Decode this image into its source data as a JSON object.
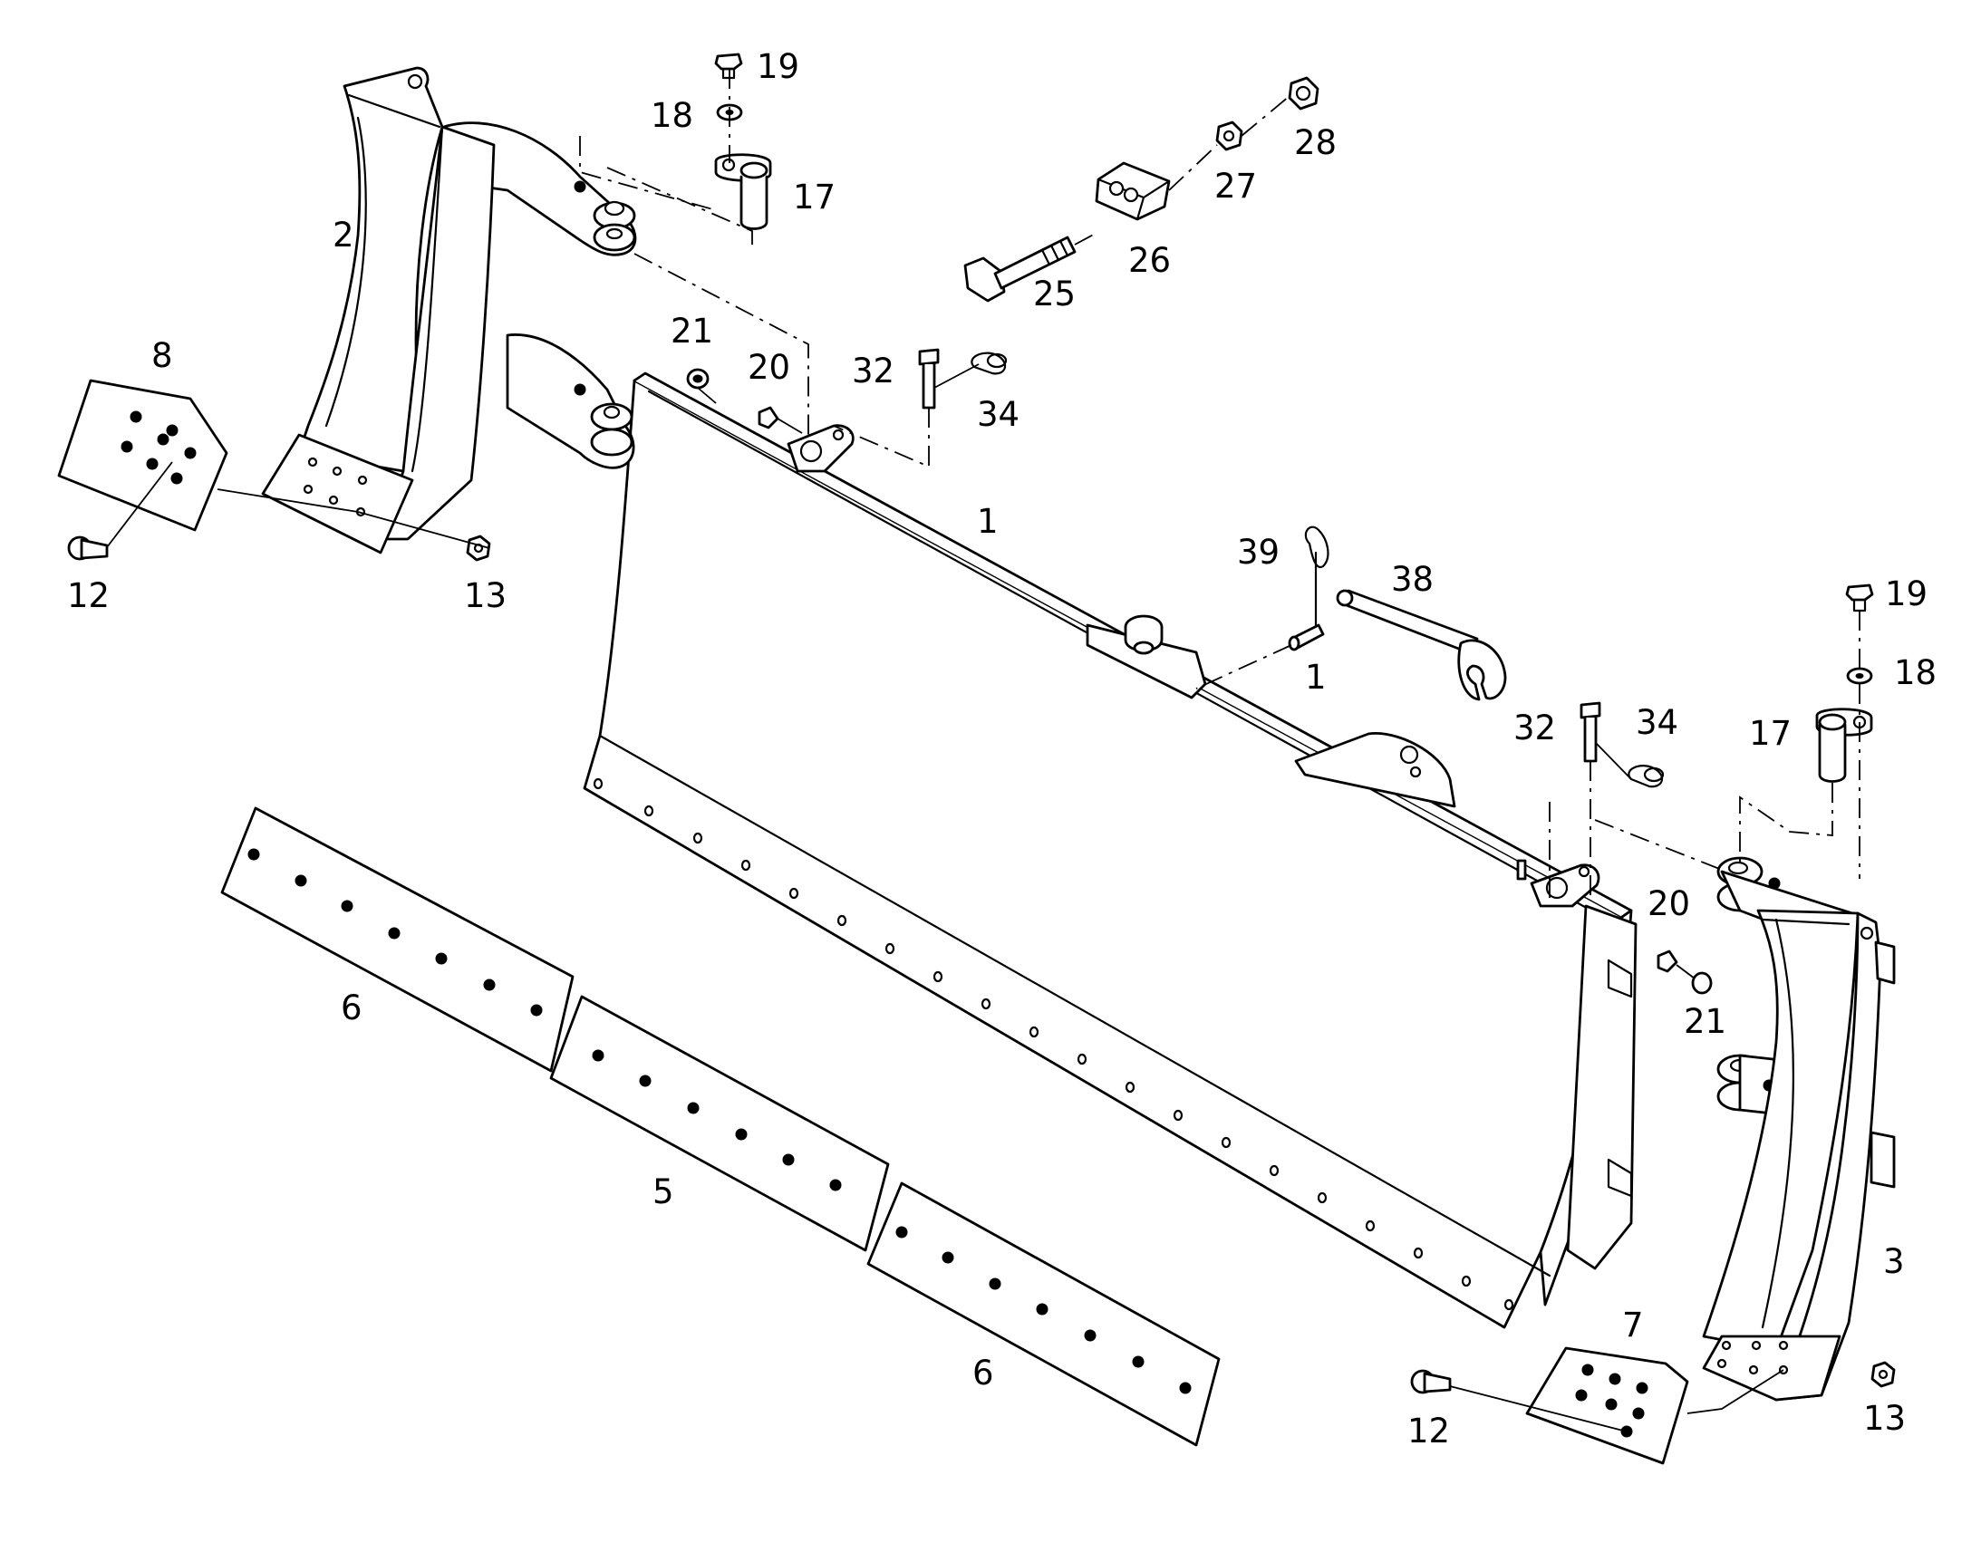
{
  "diagram": {
    "colors": {
      "line": "#000000",
      "background": "#ffffff"
    },
    "callouts": [
      {
        "id": "c1_blade",
        "text": "1"
      },
      {
        "id": "c1_pin",
        "text": "1"
      },
      {
        "id": "c2",
        "text": "2"
      },
      {
        "id": "c3",
        "text": "3"
      },
      {
        "id": "c5",
        "text": "5"
      },
      {
        "id": "c6_left",
        "text": "6"
      },
      {
        "id": "c6_right",
        "text": "6"
      },
      {
        "id": "c7",
        "text": "7"
      },
      {
        "id": "c8",
        "text": "8"
      },
      {
        "id": "c12_left",
        "text": "12"
      },
      {
        "id": "c12_right",
        "text": "12"
      },
      {
        "id": "c13_left",
        "text": "13"
      },
      {
        "id": "c13_right",
        "text": "13"
      },
      {
        "id": "c17_left",
        "text": "17"
      },
      {
        "id": "c17_right",
        "text": "17"
      },
      {
        "id": "c18_left",
        "text": "18"
      },
      {
        "id": "c18_right",
        "text": "18"
      },
      {
        "id": "c19_left",
        "text": "19"
      },
      {
        "id": "c19_right",
        "text": "19"
      },
      {
        "id": "c20_left",
        "text": "20"
      },
      {
        "id": "c20_right",
        "text": "20"
      },
      {
        "id": "c21_left",
        "text": "21"
      },
      {
        "id": "c21_right",
        "text": "21"
      },
      {
        "id": "c25",
        "text": "25"
      },
      {
        "id": "c26",
        "text": "26"
      },
      {
        "id": "c27",
        "text": "27"
      },
      {
        "id": "c28",
        "text": "28"
      },
      {
        "id": "c32_left",
        "text": "32"
      },
      {
        "id": "c32_right",
        "text": "32"
      },
      {
        "id": "c34_left",
        "text": "34"
      },
      {
        "id": "c34_right",
        "text": "34"
      },
      {
        "id": "c38",
        "text": "38"
      },
      {
        "id": "c39",
        "text": "39"
      }
    ]
  }
}
